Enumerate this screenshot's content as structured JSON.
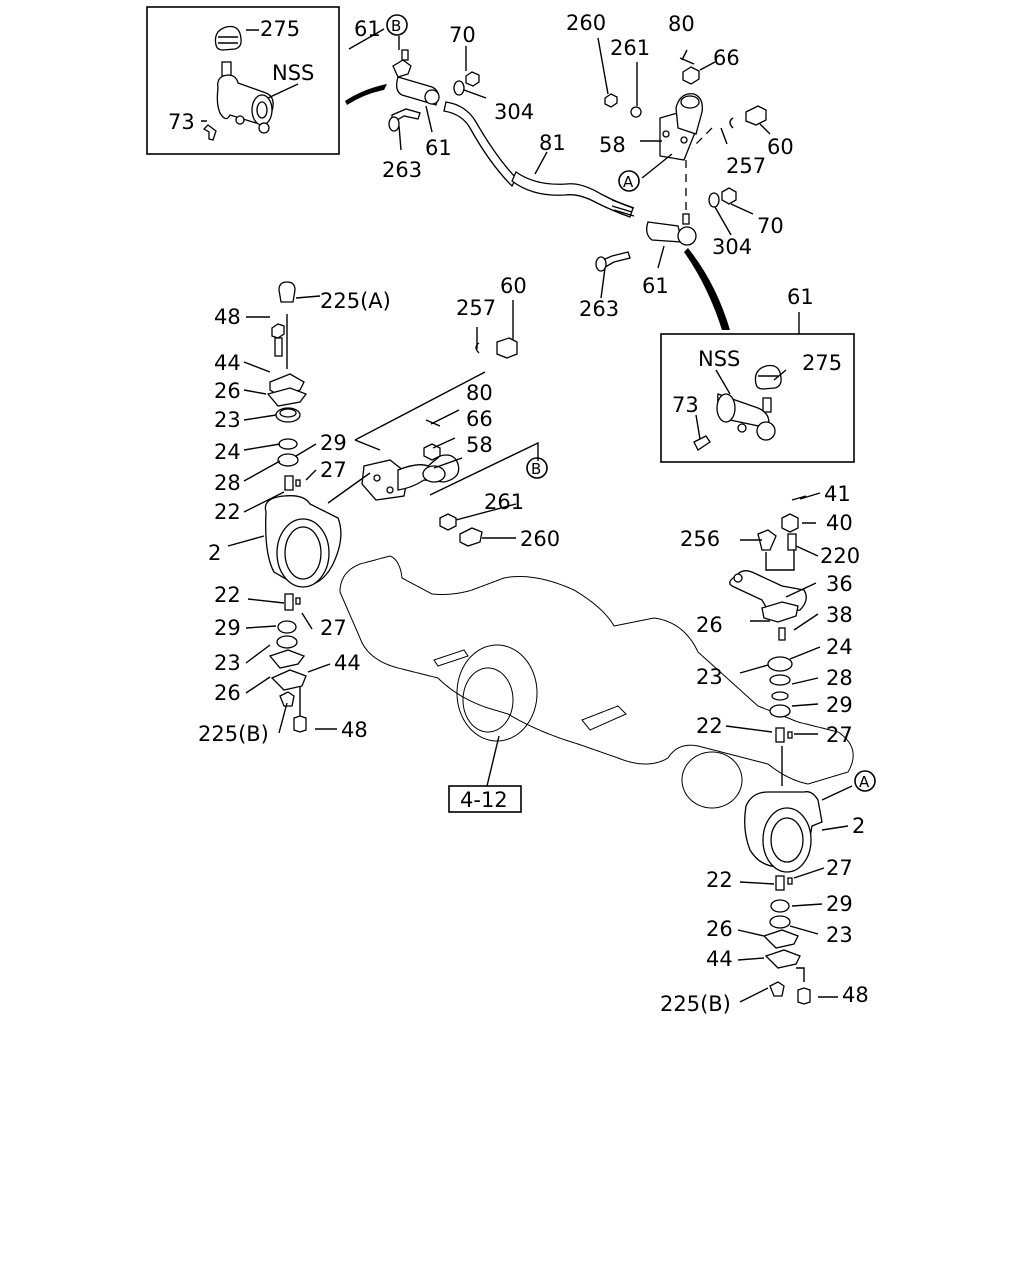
{
  "diagram": {
    "inset_top": {
      "tag": "NSS",
      "labels": [
        "275",
        "73"
      ]
    },
    "inset_right": {
      "tag": "NSS",
      "labels": [
        "275",
        "73"
      ],
      "title": "61"
    },
    "ref_box": "4-12",
    "callouts": [
      {
        "id": "c61a",
        "text": "61"
      },
      {
        "id": "cB1",
        "text": "B"
      },
      {
        "id": "c70a",
        "text": "70"
      },
      {
        "id": "c304a",
        "text": "304"
      },
      {
        "id": "c263a",
        "text": "263"
      },
      {
        "id": "c61b",
        "text": "61"
      },
      {
        "id": "c81",
        "text": "81"
      },
      {
        "id": "c260a",
        "text": "260"
      },
      {
        "id": "c261a",
        "text": "261"
      },
      {
        "id": "c80a",
        "text": "80"
      },
      {
        "id": "c66a",
        "text": "66"
      },
      {
        "id": "c58a",
        "text": "58"
      },
      {
        "id": "cA1",
        "text": "A"
      },
      {
        "id": "c257a",
        "text": "257"
      },
      {
        "id": "c60a",
        "text": "60"
      },
      {
        "id": "c70b",
        "text": "70"
      },
      {
        "id": "c304b",
        "text": "304"
      },
      {
        "id": "c263b",
        "text": "263"
      },
      {
        "id": "c61c",
        "text": "61"
      },
      {
        "id": "c225A",
        "text": "225(A)"
      },
      {
        "id": "c48a",
        "text": "48"
      },
      {
        "id": "c44a",
        "text": "44"
      },
      {
        "id": "c26a",
        "text": "26"
      },
      {
        "id": "c23a",
        "text": "23"
      },
      {
        "id": "c24a",
        "text": "24"
      },
      {
        "id": "c28a",
        "text": "28"
      },
      {
        "id": "c29a",
        "text": "29"
      },
      {
        "id": "c27a",
        "text": "27"
      },
      {
        "id": "c22a",
        "text": "22"
      },
      {
        "id": "c2a",
        "text": "2"
      },
      {
        "id": "c257b",
        "text": "257"
      },
      {
        "id": "c60b",
        "text": "60"
      },
      {
        "id": "c80b",
        "text": "80"
      },
      {
        "id": "c66b",
        "text": "66"
      },
      {
        "id": "c58b",
        "text": "58"
      },
      {
        "id": "cB2",
        "text": "B"
      },
      {
        "id": "c261b",
        "text": "261"
      },
      {
        "id": "c260b",
        "text": "260"
      },
      {
        "id": "c22b",
        "text": "22"
      },
      {
        "id": "c29b",
        "text": "29"
      },
      {
        "id": "c27b",
        "text": "27"
      },
      {
        "id": "c23b",
        "text": "23"
      },
      {
        "id": "c26b",
        "text": "26"
      },
      {
        "id": "c44b",
        "text": "44"
      },
      {
        "id": "c225Ba",
        "text": "225(B)"
      },
      {
        "id": "c48b",
        "text": "48"
      },
      {
        "id": "c41",
        "text": "41"
      },
      {
        "id": "c40",
        "text": "40"
      },
      {
        "id": "c256",
        "text": "256"
      },
      {
        "id": "c220",
        "text": "220"
      },
      {
        "id": "c36",
        "text": "36"
      },
      {
        "id": "c26c",
        "text": "26"
      },
      {
        "id": "c38",
        "text": "38"
      },
      {
        "id": "c24b",
        "text": "24"
      },
      {
        "id": "c23c",
        "text": "23"
      },
      {
        "id": "c28b",
        "text": "28"
      },
      {
        "id": "c29c",
        "text": "29"
      },
      {
        "id": "c22c",
        "text": "22"
      },
      {
        "id": "c27c",
        "text": "27"
      },
      {
        "id": "cA2",
        "text": "A"
      },
      {
        "id": "c2b",
        "text": "2"
      },
      {
        "id": "c22d",
        "text": "22"
      },
      {
        "id": "c27d",
        "text": "27"
      },
      {
        "id": "c29d",
        "text": "29"
      },
      {
        "id": "c26d",
        "text": "26"
      },
      {
        "id": "c23d",
        "text": "23"
      },
      {
        "id": "c44c",
        "text": "44"
      },
      {
        "id": "c225Bb",
        "text": "225(B)"
      },
      {
        "id": "c48c",
        "text": "48"
      }
    ]
  }
}
